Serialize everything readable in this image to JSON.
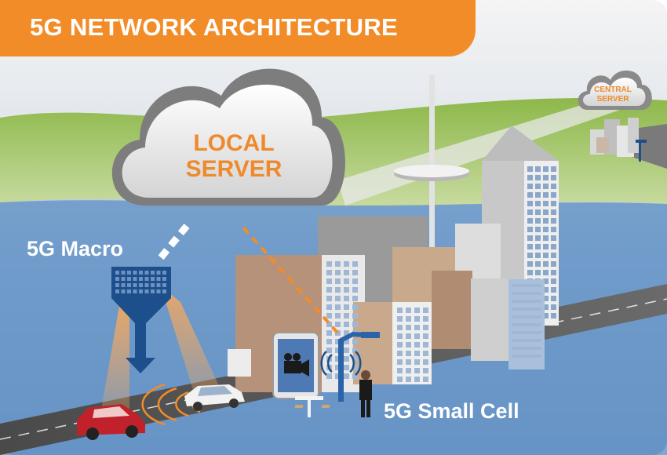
{
  "title": "5G NETWORK ARCHITECTURE",
  "local_server": {
    "line1": "LOCAL",
    "line2": "SERVER"
  },
  "central_server": {
    "line1": "CENTRAL",
    "line2": "SERVER"
  },
  "macro_label": "5G Macro",
  "small_cell_label": "5G Small Cell",
  "colors": {
    "accent_orange": "#f28c28",
    "label_orange": "#ef8a2b",
    "sky": "#6e98c6",
    "hills": "#7fae3f",
    "tower_blue": "#1d4f8c",
    "car_red": "#c0212b"
  },
  "icons": [
    "cloud-icon",
    "macro-tower-icon",
    "small-cell-pole-icon",
    "tablet-icon",
    "video-camera-icon",
    "person-icon",
    "car-icon"
  ]
}
